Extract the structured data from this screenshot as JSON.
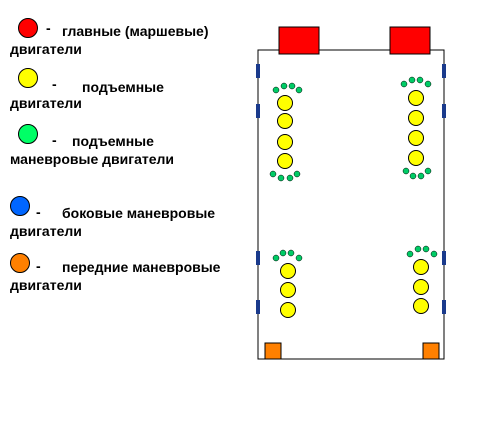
{
  "legend": [
    {
      "id": "main",
      "color": "#ff0000",
      "dash": "-",
      "line1": "главные (маршевые)",
      "line2": "двигатели"
    },
    {
      "id": "lift",
      "color": "#ffff00",
      "dash": "-",
      "line1": "подъемные",
      "line2": "двигатели"
    },
    {
      "id": "lift-man",
      "color": "#00ff66",
      "dash": "-",
      "line1": "подъемные",
      "line2": "маневровые двигатели"
    },
    {
      "id": "side",
      "color": "#0066ff",
      "dash": "-",
      "line1": "боковые маневровые",
      "line2": "двигатели"
    },
    {
      "id": "front",
      "color": "#ff8000",
      "dash": "-",
      "line1": "передние маневровые",
      "line2": "двигатели"
    }
  ],
  "colors": {
    "main": "#ff0000",
    "lift": "#ffff00",
    "lift_maneuver": "#00cc66",
    "side": "#1a3a8c",
    "front": "#ff8000",
    "outline": "#000000"
  }
}
